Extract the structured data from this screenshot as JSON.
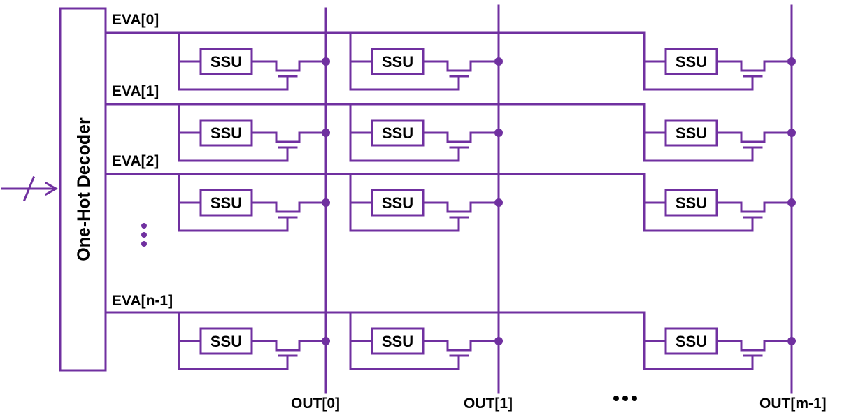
{
  "diagram": {
    "decoder_label": "One-Hot Decoder",
    "cell_label": "SSU",
    "row_labels": [
      "EVA[0]",
      "EVA[1]",
      "EVA[2]",
      "EVA[n-1]"
    ],
    "column_labels": [
      "OUT[0]",
      "OUT[1]",
      "OUT[m-1]"
    ],
    "vertical_ellipsis": "⋮",
    "horizontal_ellipsis": "•••"
  },
  "colors": {
    "wire": "#7030a0",
    "text": "#000000",
    "background": "#ffffff"
  }
}
